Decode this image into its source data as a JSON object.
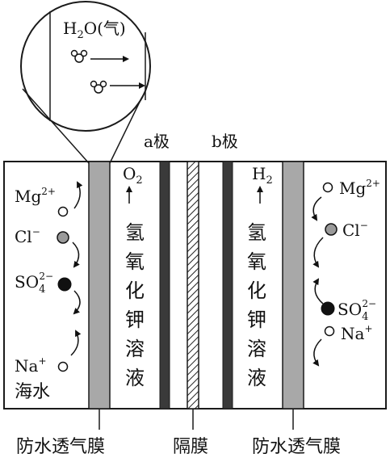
{
  "magnifier": {
    "molecule_label": "H",
    "molecule_subscript": "2",
    "molecule_rest": "O(气)"
  },
  "electrodes": {
    "a_label": "a极",
    "b_label": "b极"
  },
  "gases": {
    "left": {
      "main": "O",
      "sub": "2"
    },
    "right": {
      "main": "H",
      "sub": "2"
    }
  },
  "solution_chars": [
    "氢",
    "氧",
    "化",
    "钾",
    "溶",
    "液"
  ],
  "ions_left": {
    "mg": {
      "main": "Mg",
      "sup": "2+"
    },
    "cl": {
      "main": "Cl",
      "sup": "−"
    },
    "so4": {
      "main": "SO",
      "sub": "4",
      "sup": "2−"
    },
    "na": {
      "main": "Na",
      "sup": "+"
    }
  },
  "ions_right": {
    "mg": {
      "main": "Mg",
      "sup": "2+"
    },
    "cl": {
      "main": "Cl",
      "sup": "−"
    },
    "so4": {
      "main": "SO",
      "sub": "4",
      "sup": "2−"
    },
    "na": {
      "main": "Na",
      "sup": "+"
    }
  },
  "seawater_label": "海水",
  "bottom_labels": {
    "left_membrane": "防水透气膜",
    "separator": "隔膜",
    "right_membrane": "防水透气膜"
  },
  "colors": {
    "line": "#1a1a1a",
    "electrode": "#3a3a3a",
    "membrane": "#a8a8a8",
    "cl_ion": "#9a9a9a"
  }
}
